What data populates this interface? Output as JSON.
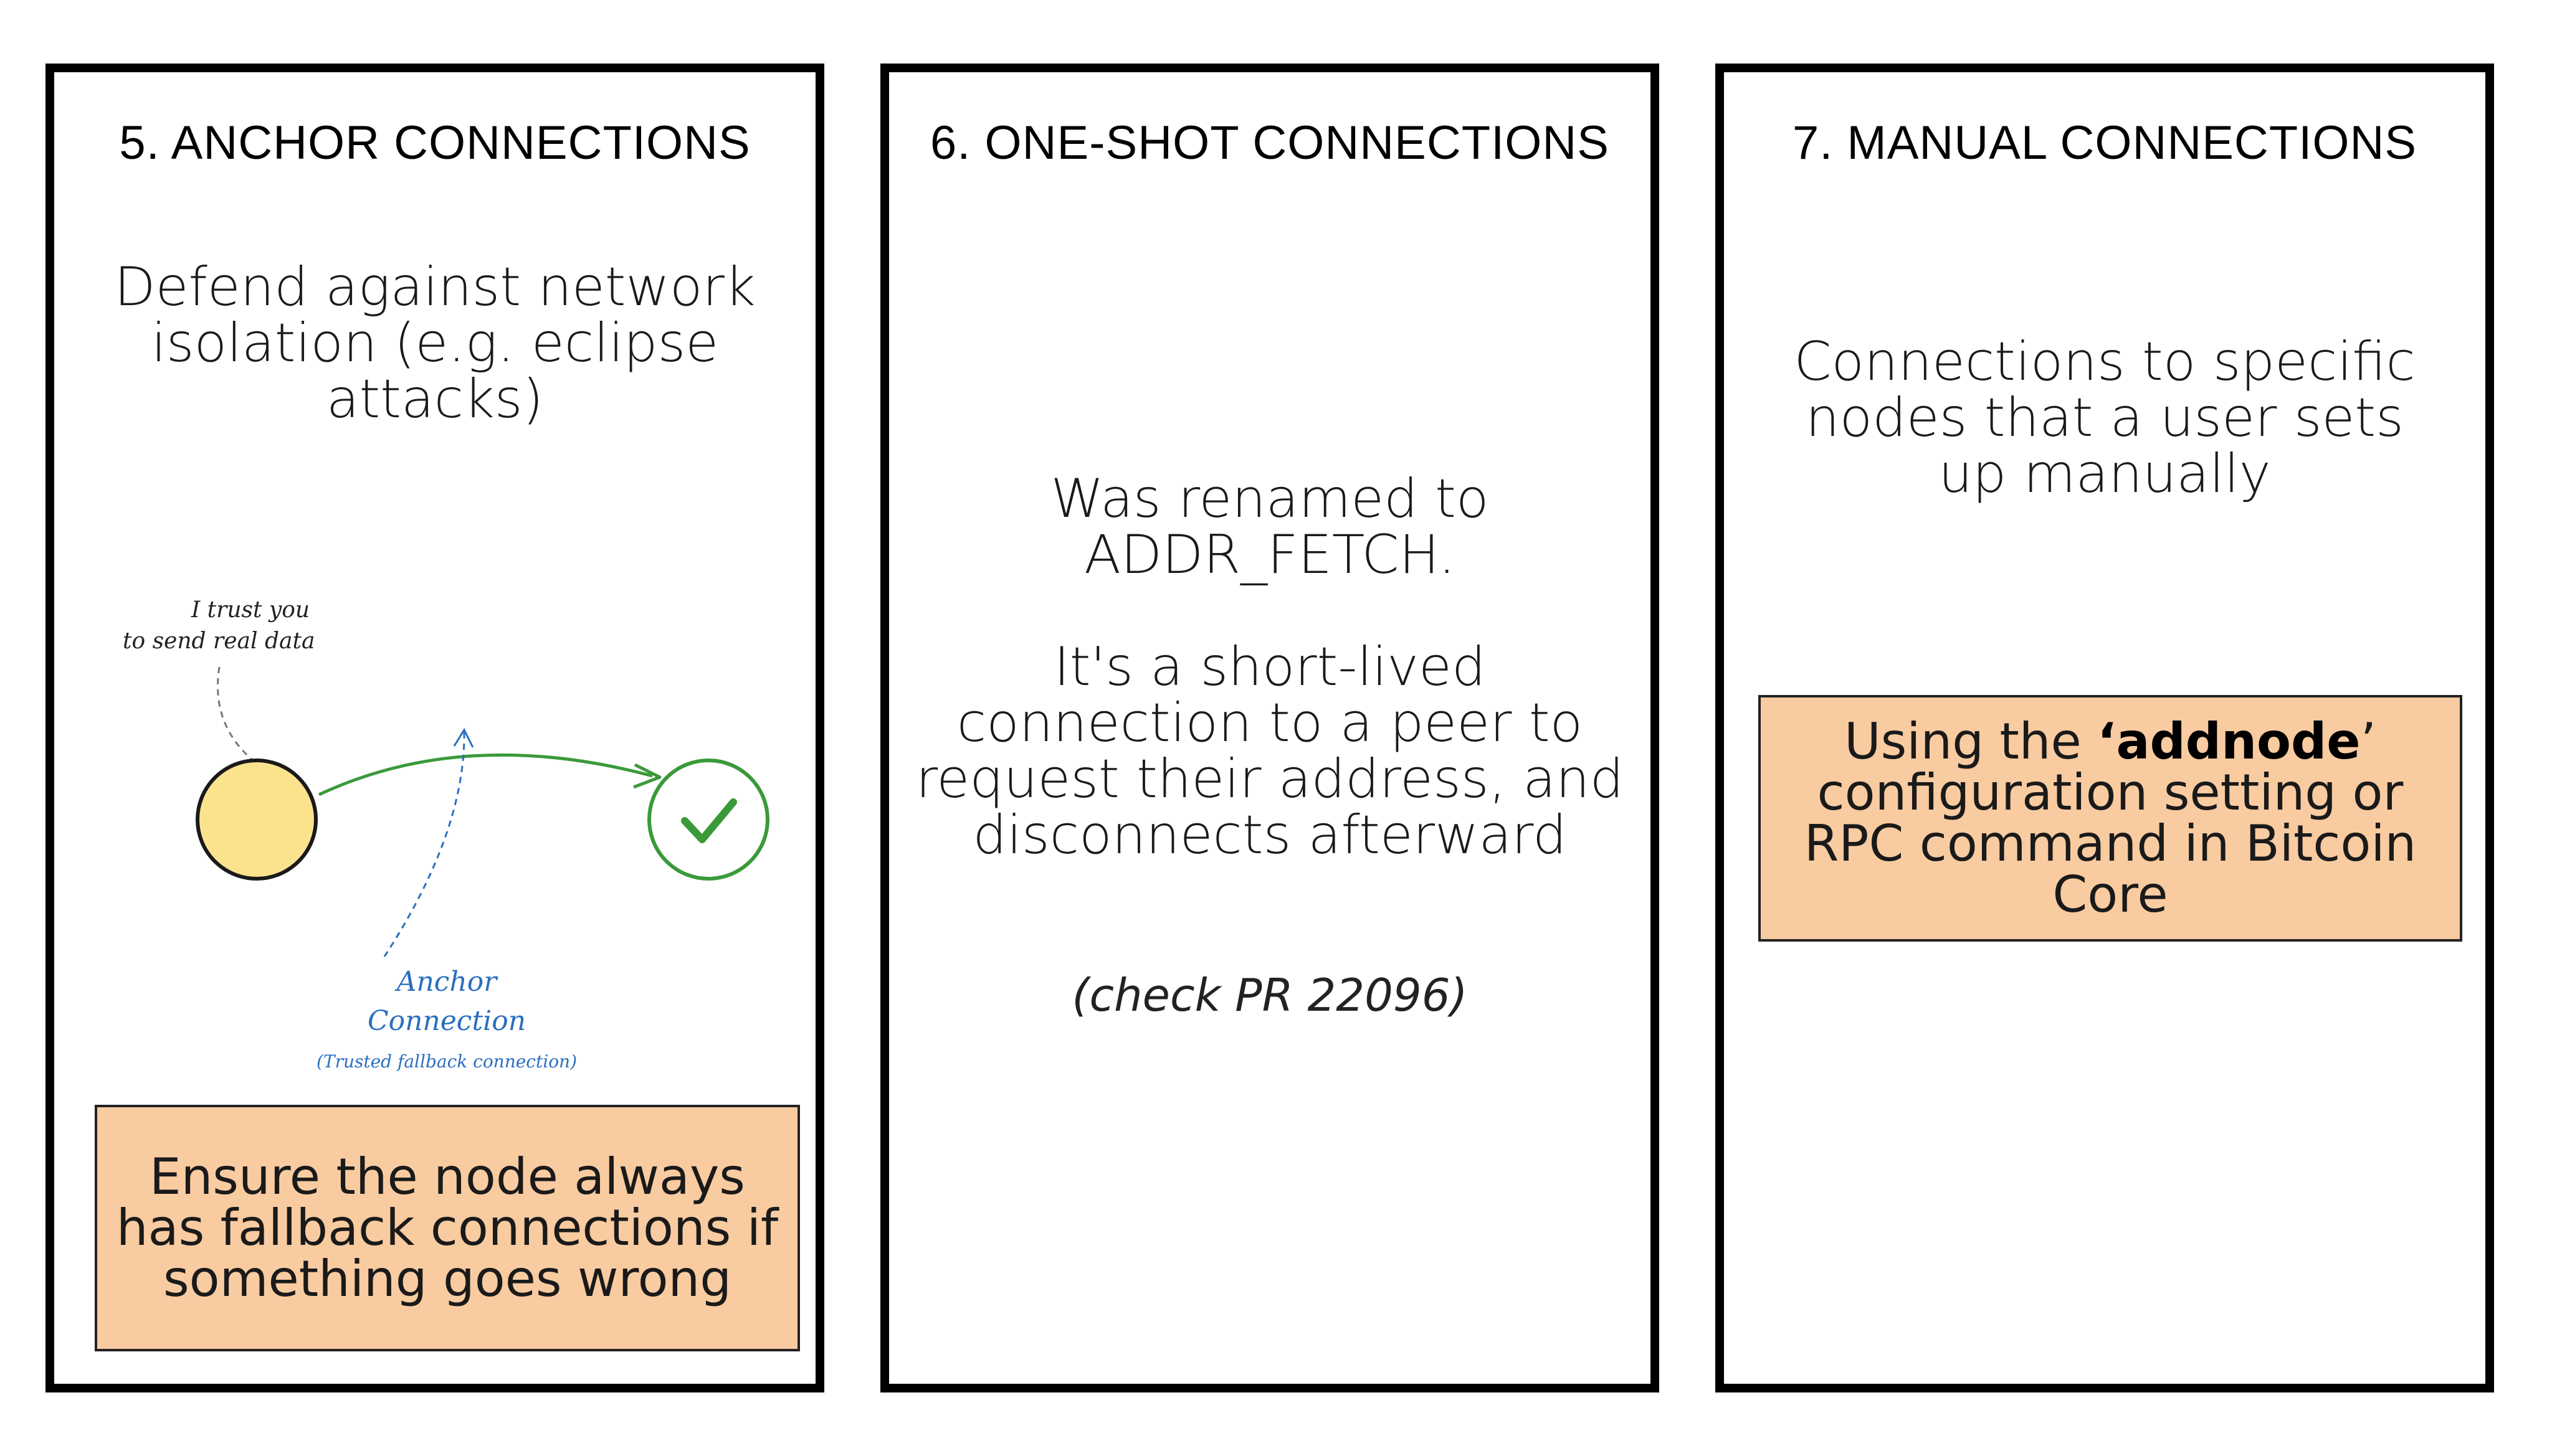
{
  "panels": [
    {
      "heading": "5. ANCHOR CONNECTIONS",
      "description": "Defend against network isolation (e.g. eclipse attacks)",
      "diagram": {
        "note_line1": "I trust you",
        "note_line2": "to send real data",
        "label_line1": "Anchor",
        "label_line2": "Connection",
        "label_sub": "(Trusted fallback connection)"
      },
      "callout": "Ensure the node always has fallback connections if something goes wrong"
    },
    {
      "heading": "6. ONE-SHOT CONNECTIONS",
      "text1": "Was renamed to ADDR_FETCH.",
      "text2": "It's a short-lived connection to a peer to request their address, and disconnects afterward",
      "note": "(check PR 22096)"
    },
    {
      "heading": "7. MANUAL CONNECTIONS",
      "description": "Connections to specific nodes that a user sets up manually",
      "callout_pre": "Using the ",
      "callout_bold": "‘addnode",
      "callout_mid": "’",
      "callout_post": " configuration setting or RPC command in Bitcoin Core"
    }
  ],
  "colors": {
    "callout_fill": "#f9cba0",
    "node_fill": "#fbe38e",
    "arrow_green": "#3a9a3a",
    "label_blue": "#2a6fbf"
  }
}
